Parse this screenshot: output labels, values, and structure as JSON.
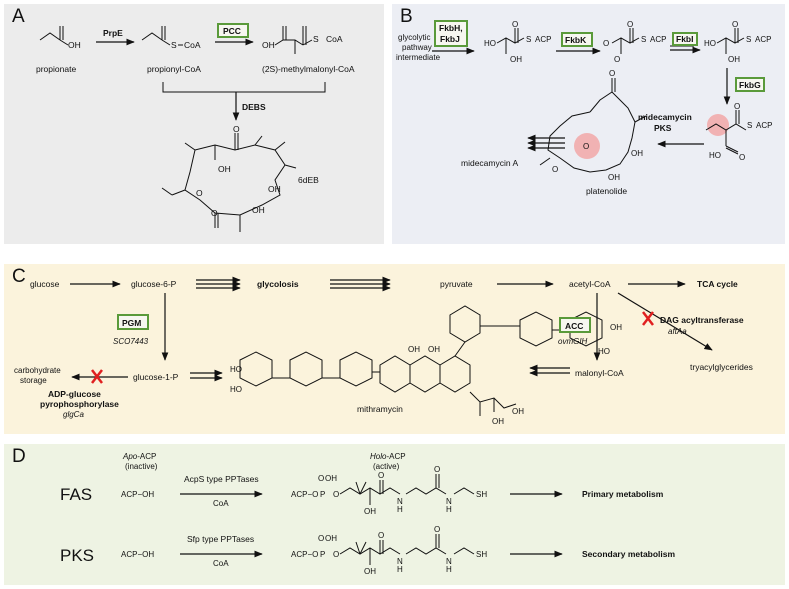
{
  "panels": {
    "a": {
      "letter": "A",
      "propionate": "propionate",
      "propionyl_coa": "propionyl-CoA",
      "methylmalonyl_coa": "(2S)-methylmalonyl-CoA",
      "prpe": "PrpE",
      "pcc": "PCC",
      "debs": "DEBS",
      "product": "6dEB",
      "oh": "OH",
      "coa": "CoA",
      "s": "S"
    },
    "b": {
      "letter": "B",
      "start_line1": "glycolytic",
      "start_line2": "pathway",
      "start_line3": "intermediate",
      "fkbh": "FkbH,",
      "fkbj": "FkbJ",
      "fkbk": "FkbK",
      "fkbi": "FkbI",
      "fkbg": "FkbG",
      "pks_line1": "midecamycin",
      "pks_line2": "PKS",
      "platenolide": "platenolide",
      "midecamycin_a": "midecamycin A",
      "acp": "ACP",
      "ho": "HO",
      "oh": "OH",
      "o": "O",
      "s": "S"
    },
    "c": {
      "letter": "C",
      "glucose": "glucose",
      "glucose6p": "glucose-6-P",
      "glycolysis": "glycolosis",
      "pyruvate": "pyruvate",
      "acetyl_coa": "acetyl-CoA",
      "tca": "TCA cycle",
      "pgm": "PGM",
      "pgm_gene": "SCO7443",
      "glucose1p": "glucose-1-P",
      "carb_line1": "carbohydrate",
      "carb_line2": "storage",
      "adp_line1": "ADP-glucose",
      "adp_line2": "pyrophosphorylase",
      "adp_gene": "glgCa",
      "mithramycin": "mithramycin",
      "acc": "ACC",
      "acc_gene": "ovmGIH",
      "malonyl_coa": "malonyl-CoA",
      "dag": "DAG acyltransferase",
      "dag_gene": "aftAa",
      "tag": "tryacylglycerides"
    },
    "d": {
      "letter": "D",
      "apo_italic": "Apo",
      "apo_rest": "-ACP",
      "inactive": "(inactive)",
      "holo_italic": "Holo",
      "holo_rest": "-ACP",
      "active": "(active)",
      "fas": "FAS",
      "pks": "PKS",
      "acp_oh": "ACP−OH",
      "acps": "AcpS type PPTases",
      "sfp": "Sfp type PPTases",
      "coa": "CoA",
      "primary": "Primary metabolism",
      "secondary": "Secondary metabolism",
      "acp_o": "ACP−O",
      "o": "O",
      "oh": "OH",
      "p": "P",
      "h": "H",
      "n": "N",
      "sh": "SH"
    }
  },
  "colors": {
    "box_outline": "#5a9a3a",
    "knockout_x": "#e02020",
    "highlight": "#f2a7a7"
  }
}
